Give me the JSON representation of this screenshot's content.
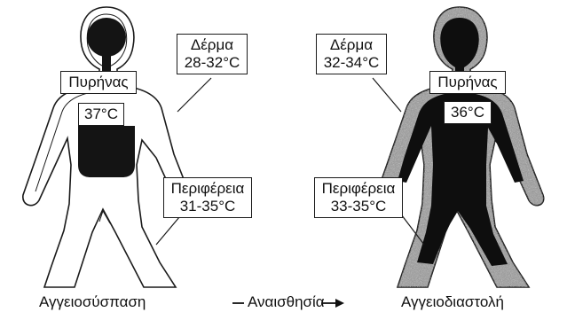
{
  "left_figure": {
    "skin_name": "Δέρμα",
    "skin_temp": "28-32°C",
    "core_name": "Πυρήνας",
    "core_temp": "37°C",
    "periphery_name": "Περιφέρεια",
    "periphery_temp": "31-35°C"
  },
  "right_figure": {
    "skin_name": "Δέρμα",
    "skin_temp": "32-34°C",
    "core_name": "Πυρήνας",
    "core_temp": "36°C",
    "periphery_name": "Περιφέρεια",
    "periphery_temp": "33-35°C"
  },
  "captions": {
    "left": "Αγγειοσύσπαση",
    "middle": "Αναισθησία",
    "right": "Αγγειοδιαστολή"
  }
}
